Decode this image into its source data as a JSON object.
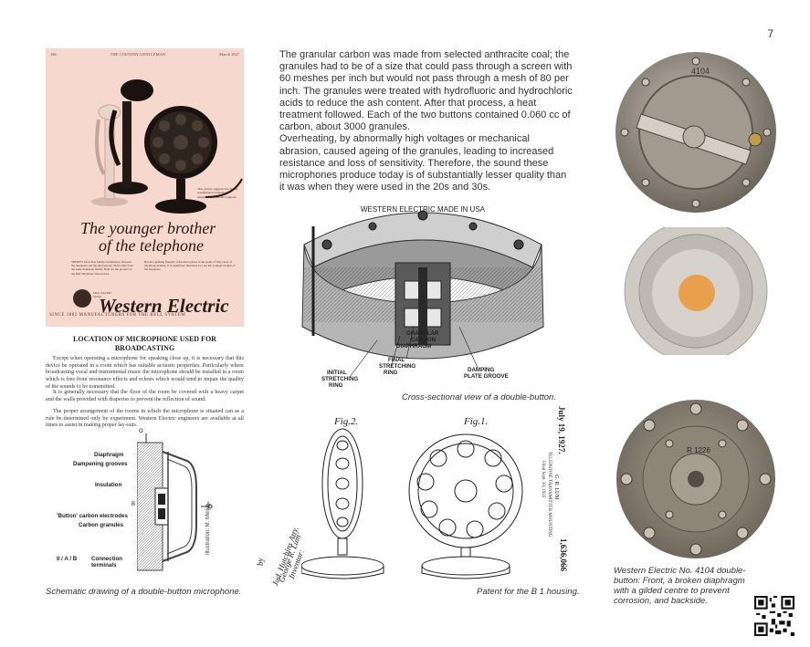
{
  "page": {
    "number": "7"
  },
  "advert": {
    "header_left": "186",
    "header_center": "THE COUNTRY GENTLEMAN",
    "header_right": "March 1927",
    "headline_line1": "The younger brother",
    "headline_line2": "of the telephone",
    "brand": "Western Electric",
    "footer": "SINCE 1882 MANUFACTURERS FOR THE BELL SYSTEM",
    "side_note": "This picture suggests the family resemblance between the telephone and the microphone.",
    "body_col1": "THERE'S more than family resemblance between the telephone and the microphone. Both come from the same industrial family. Both are the product of the Bell Telephone laboratories.",
    "body_col2": "But the speaking fluently of the microphone is the result of fifty years of telephone making. It is significant that these two are the younger brother of the telephone.",
    "seal": "Mark of the Bell System"
  },
  "article": {
    "title": "LOCATION OF MICROPHONE USED FOR BROADCASTING",
    "p1": "Except when operating a microphone for speaking close up, it is necessary that this device be operated in a room which has suitable acoustic properties. Particularly where broadcasting vocal and instrumental music the microphone should be installed in a room which is free from resonance effects and echoes which would tend to impair the quality of the sounds to be transmitted.",
    "p2": "It is generally necessary that the floor of the room be covered with a heavy carpet and the walls provided with draperies to prevent the reflection of sound.",
    "p3": "The proper arrangement of the rooms in which the microphone is situated can as a rule be determined only by experiment. Western Electric engineers are available at all times to assist in making proper lay-outs."
  },
  "main_text": {
    "p1": "The granular carbon was made from selected anthracite coal; the granules had to be of a size that could pass through a screen with 60 meshes per inch but would not pass through a mesh of 80 per inch. The granules were treated with hydrofluoric and hydrochloric acids to reduce the ash content. After that process, a heat treatment followed. Each of the two buttons contained 0.060 cc of carbon, about 3000 granules.",
    "p2": "Overheating, by abnormally high voltages or mechanical abrasion, caused ageing of the granules, leading to increased resistance and loss of sensitivity. Therefore, the sound these microphones produce today is of substantially lesser quality than it was when they were used in the 20s and 30s."
  },
  "cross_section": {
    "caption": "Cross-sectional view of a double-button.",
    "rim_text": "WESTERN ELECTRIC MADE IN USA",
    "labels": {
      "granular": "GRANULAR",
      "carbon": "CARBON",
      "diaphragm": "DIAPHRAGM",
      "initial": "INITIAL",
      "stretching1": "STRETCHING",
      "ring1": "RING",
      "final": "FINAL",
      "stretching2": "STRETCHING",
      "ring2": "RING",
      "damping": "DAMPING",
      "plate_groove": "PLATE GROOVE"
    }
  },
  "schematic": {
    "caption": "Schematic drawing of a double-button microphone.",
    "credit": "Illustration: M. Meijer",
    "labels": {
      "diaphragm": "Diaphragm",
      "dampening": "Dampening grooves",
      "insulation": "Insulation",
      "electrodes": "'Button' carbon electrodes",
      "granules": "Carbon granules",
      "connection_prefix": "0 / A / B",
      "connection": "Connection terminals",
      "letter_o": "O",
      "letter_a": "A",
      "letter_b": "B"
    }
  },
  "patent": {
    "caption": "Patent for the B 1 housing.",
    "date": "July 19, 1927.",
    "inventor": "G. R. LUM",
    "title": "TELEPHONE TRANSMITTER MOUNTING",
    "filed": "Filed Sept. 30, 1922",
    "number": "1,636,066",
    "fig1": "Fig.1.",
    "fig2": "Fig.2.",
    "signature1": "Inventor:",
    "signature2": "George R. Lum",
    "signature3": "by",
    "signature4": "Jud. Hutchins Atty."
  },
  "photos": {
    "caption": "Western Electric No. 4104 double-button: Front, a broken diaphragm with a gilded centre to prevent corrosion, and backside.",
    "stamp_top": "4104",
    "stamp_bottom": "R 1226"
  },
  "colors": {
    "advert_bg": "#f6d8cf",
    "gilded": "#e9a04a",
    "metal": "#9d9489"
  }
}
